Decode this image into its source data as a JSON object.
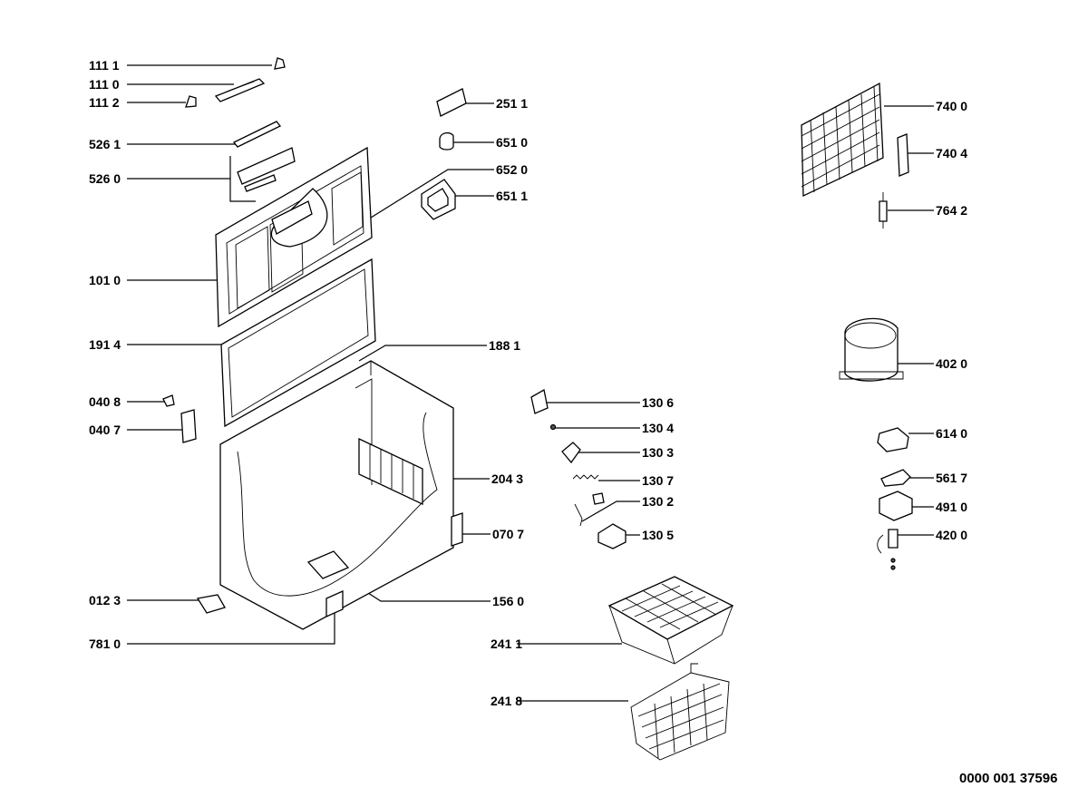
{
  "diagram": {
    "document_number": "0000 001 37596",
    "part_labels": {
      "p1111": "111 1",
      "p1110": "111 0",
      "p1112": "111 2",
      "p5261": "526 1",
      "p5260": "526 0",
      "p1010": "101 0",
      "p1914": "191 4",
      "p0408": "040 8",
      "p0407": "040 7",
      "p0123": "012 3",
      "p7810": "781 0",
      "p2511": "251 1",
      "p6510": "651 0",
      "p6520": "652 0",
      "p6511": "651 1",
      "p1881": "188 1",
      "p1306": "130 6",
      "p1304": "130 4",
      "p1303": "130 3",
      "p2043": "204 3",
      "p1307": "130 7",
      "p1302": "130 2",
      "p0707": "070 7",
      "p1305": "130 5",
      "p1560": "156 0",
      "p2411": "241 1",
      "p2418": "241 8",
      "p7400": "740 0",
      "p7404": "740 4",
      "p7642": "764 2",
      "p4020": "402 0",
      "p6140": "614 0",
      "p5617": "561 7",
      "p4910": "491 0",
      "p4200": "420 0"
    }
  }
}
